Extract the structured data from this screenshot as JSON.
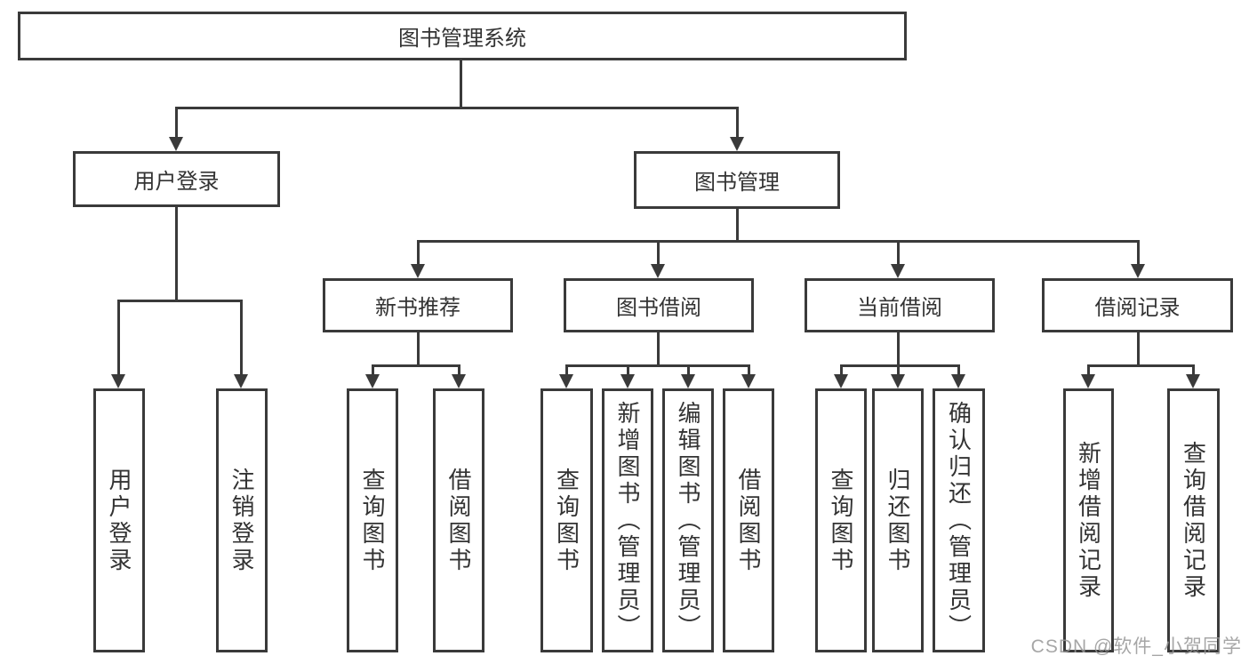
{
  "tree": {
    "root": "图书管理系统",
    "branches": [
      {
        "label": "用户登录",
        "children": [
          "用户登录",
          "注销登录"
        ]
      },
      {
        "label": "图书管理",
        "groups": [
          {
            "label": "新书推荐",
            "children": [
              "查询图书",
              "借阅图书"
            ]
          },
          {
            "label": "图书借阅",
            "children": [
              "查询图书",
              "新增图书（管理员）",
              "编辑图书（管理员）",
              "借阅图书"
            ]
          },
          {
            "label": "当前借阅",
            "children": [
              "查询图书",
              "归还图书",
              "确认归还（管理员）"
            ]
          },
          {
            "label": "借阅记录",
            "children": [
              "新增借阅记录",
              "查询借阅记录"
            ]
          }
        ]
      }
    ]
  },
  "watermark": {
    "text": "CSDN @软件_小贺同学",
    "color": "#999999"
  },
  "colors": {
    "line": "#3a3a3a",
    "text": "#333333",
    "background": "#ffffff"
  }
}
